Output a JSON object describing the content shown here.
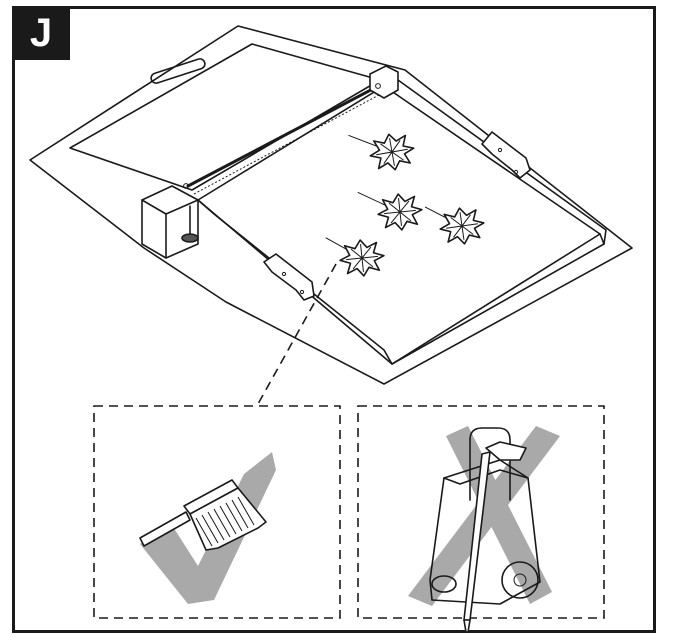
{
  "panel": {
    "letter": "J"
  },
  "scene": {
    "main": "ramp-with-leaves",
    "detail_left": {
      "tool": "brush",
      "mark": "check"
    },
    "detail_right": {
      "tool": "pressure-washer",
      "mark": "cross"
    }
  },
  "colors": {
    "line": "#1a1a1a",
    "mark_gray": "#a9a9a9",
    "background": "#ffffff"
  }
}
